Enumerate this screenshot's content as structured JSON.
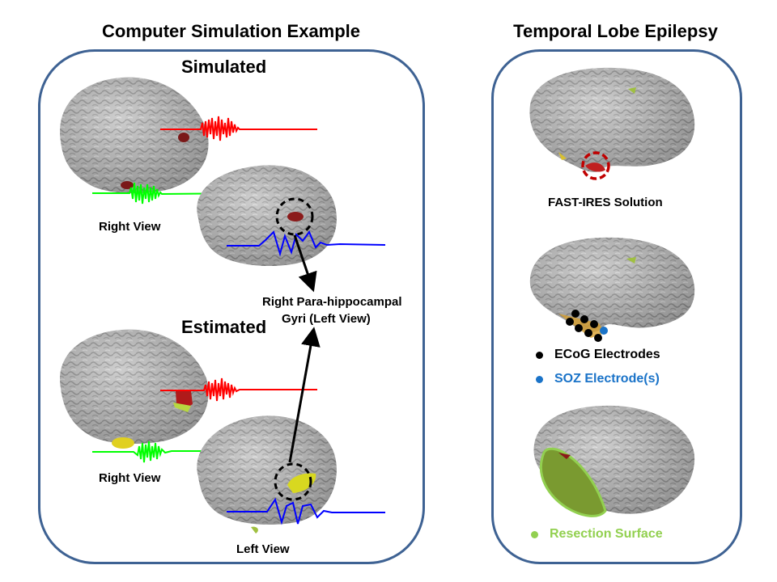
{
  "left_panel": {
    "title": "Computer Simulation Example",
    "simulated_label": "Simulated",
    "estimated_label": "Estimated",
    "right_view_label_top": "Right View",
    "right_view_label_bottom": "Right View",
    "left_view_label": "Left View",
    "annotation_line1": "Right Para-hippocampal",
    "annotation_line2": "Gyri (Left View)",
    "signal_colors": {
      "red": "#ff0000",
      "green": "#00ff00",
      "blue": "#0000ff"
    },
    "source_colors": {
      "simulated": "#8b1a1a",
      "estimated": "#d8d820"
    }
  },
  "right_panel": {
    "title": "Temporal Lobe Epilepsy",
    "fast_ires_label": "FAST-IRES Solution",
    "legend": [
      {
        "label": "ECoG Electrodes",
        "color": "#000000"
      },
      {
        "label": "SOZ Electrode(s)",
        "color": "#1a73c8"
      },
      {
        "label": "Resection Surface",
        "color": "#92d050"
      }
    ]
  },
  "colors": {
    "panel_border": "#3e6293",
    "brain": "#a8a8a8"
  }
}
